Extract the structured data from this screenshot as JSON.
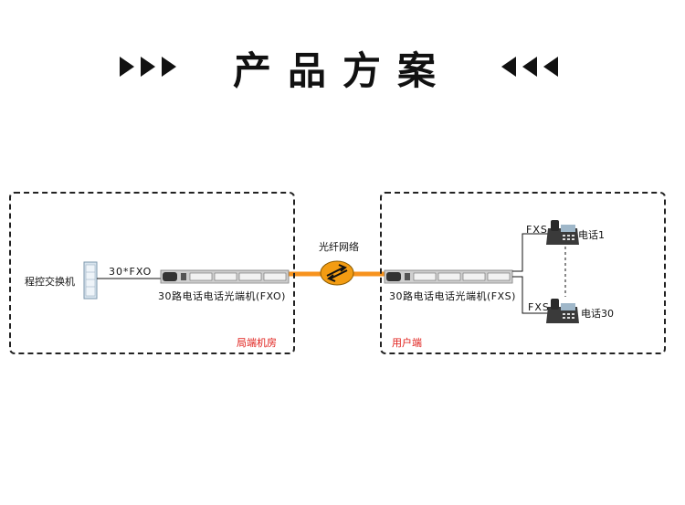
{
  "title": "产品方案",
  "office_side": {
    "exchange_label": "程控交换机",
    "link_label": "30*FXO",
    "device_label": "30路电话电话光端机(FXO)",
    "room_label": "局端机房"
  },
  "network": {
    "label": "光纤网络"
  },
  "user_side": {
    "device_label": "30路电话电话光端机(FXS)",
    "room_label": "用户端",
    "fxs_top": "FXS",
    "fxs_bottom": "FXS",
    "phone_1": "电话1",
    "phone_30": "电话30"
  },
  "colors": {
    "fiber": "#f7931e",
    "accent_red": "#e0201c"
  }
}
